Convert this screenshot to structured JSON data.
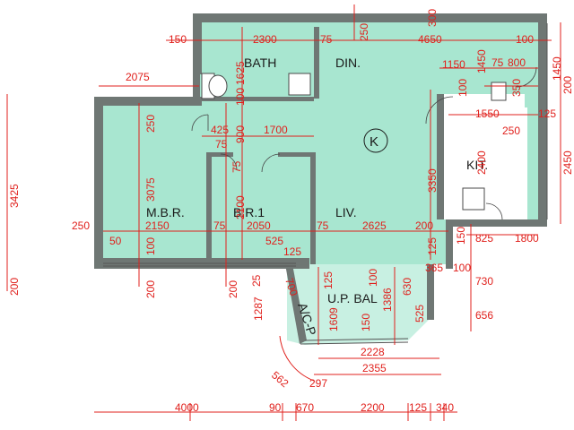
{
  "colors": {
    "floor": "#a8e6d0",
    "wall": "#6f7774",
    "dimension": "#e0201c",
    "balcony": "#c8f0e2"
  },
  "rooms": {
    "bath": "BATH",
    "din": "DIN.",
    "mbr": "M.B.R.",
    "br1": "B.R.1",
    "liv": "LIV.",
    "kit": "KIT.",
    "up_bal": "U.P. BAL",
    "acp": "A/C-P",
    "kitchen_symbol": "K"
  },
  "dims": {
    "top_150": "150",
    "top_2300": "2300",
    "top_75": "75",
    "top_250": "250",
    "top_4650": "4650",
    "top_100": "100",
    "top_300": "300",
    "r_1150": "1150",
    "r_1450": "1450",
    "r_75": "75",
    "r_800": "800",
    "r_350": "350",
    "r_100": "100",
    "r_1550": "1550",
    "r_125a": "125",
    "r_250": "250",
    "r_2400": "2400",
    "r_3350": "3350",
    "r_200": "200",
    "r_125b": "125",
    "r_150": "150",
    "r_825": "825",
    "r_1800": "1800",
    "r_365": "365",
    "r_100b": "100",
    "r_730": "730",
    "r_656": "656",
    "far_1450": "1450",
    "far_200": "200",
    "far_2450": "2450",
    "l_2075": "2075",
    "l_3425": "3425",
    "l_200": "200",
    "l_250": "250",
    "l_50": "50",
    "m_1625": "1625",
    "m_100": "100",
    "m_250": "250",
    "m_425": "425",
    "m_75a": "75",
    "m_900": "900",
    "m_1700": "1700",
    "m_3075": "3075",
    "m_75b": "75",
    "m_2100": "2100",
    "m_2150": "2150",
    "m_75c": "75",
    "m_2050": "2050",
    "m_75d": "75",
    "m_2625": "2625",
    "m_100b": "100",
    "m_525": "525",
    "m_125": "125",
    "m_200a": "200",
    "m_200b": "200",
    "m_25": "25",
    "m_1287": "1287",
    "b_125": "125",
    "b_1609": "1609",
    "b_100": "100",
    "b_1386": "1386",
    "b_630": "630",
    "b_525": "525",
    "b_150": "150",
    "b_2228": "2228",
    "b_2355": "2355",
    "b_297": "297",
    "b_562": "562",
    "b_700": "700",
    "bot_4000": "4000",
    "bot_90": "90",
    "bot_670": "670",
    "bot_2200": "2200",
    "bot_125": "125",
    "bot_340": "340"
  }
}
